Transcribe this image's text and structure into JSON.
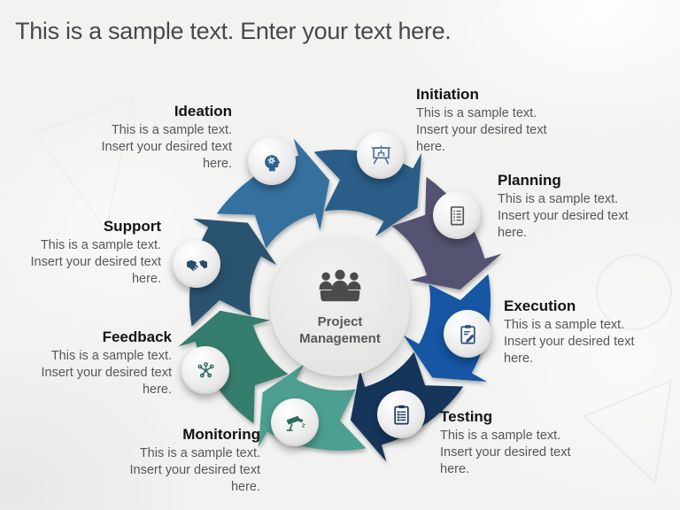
{
  "slide_title": "This is a sample text. Enter your text here.",
  "center": {
    "icon": "team-icon",
    "label_line1": "Project",
    "label_line2": "Management"
  },
  "colors": {
    "background": "#f2f2f1",
    "center_circle": "#e9e9e8",
    "title_text": "#46494b",
    "heading_text": "#131313",
    "body_text": "#57575a",
    "center_text": "#57585a",
    "center_icon": "#4b4b4b"
  },
  "stages": [
    {
      "name": "Ideation",
      "icon": "idea-head-icon",
      "color": "#34719f",
      "icon_color": "#2f628e",
      "desc": [
        "This is a sample text.",
        "Insert your desired text",
        "here."
      ]
    },
    {
      "name": "Initiation",
      "icon": "presentation-board-icon",
      "color": "#2c5d88",
      "icon_color": "#4f7596",
      "desc": [
        "This is a sample text.",
        "Insert your desired text",
        "here."
      ]
    },
    {
      "name": "Planning",
      "icon": "task-list-icon",
      "color": "#545372",
      "icon_color": "#55555e",
      "desc": [
        "This is a sample text.",
        "Insert your desired text",
        "here."
      ]
    },
    {
      "name": "Execution",
      "icon": "clipboard-pen-icon",
      "color": "#1456a3",
      "icon_color": "#2d5583",
      "desc": [
        "This is a sample text.",
        "Insert your desired text",
        "here."
      ]
    },
    {
      "name": "Testing",
      "icon": "clipboard-checklist-icon",
      "color": "#16345a",
      "icon_color": "#1d3a5f",
      "desc": [
        "This is a sample text.",
        "Insert your desired text",
        "here."
      ]
    },
    {
      "name": "Monitoring",
      "icon": "cctv-camera-icon",
      "color": "#4d9f92",
      "icon_color": "#2e6e64",
      "desc": [
        "This is a sample text.",
        "Insert your desired text",
        "here."
      ]
    },
    {
      "name": "Feedback",
      "icon": "network-hub-icon",
      "color": "#357d6d",
      "icon_color": "#2f6b60",
      "desc": [
        "This is a sample text.",
        "Insert your desired text",
        "here."
      ]
    },
    {
      "name": "Support",
      "icon": "handshake-icon",
      "color": "#2a5270",
      "icon_color": "#264d69",
      "desc": [
        "This is a sample text.",
        "Insert your desired text",
        "here."
      ]
    }
  ]
}
